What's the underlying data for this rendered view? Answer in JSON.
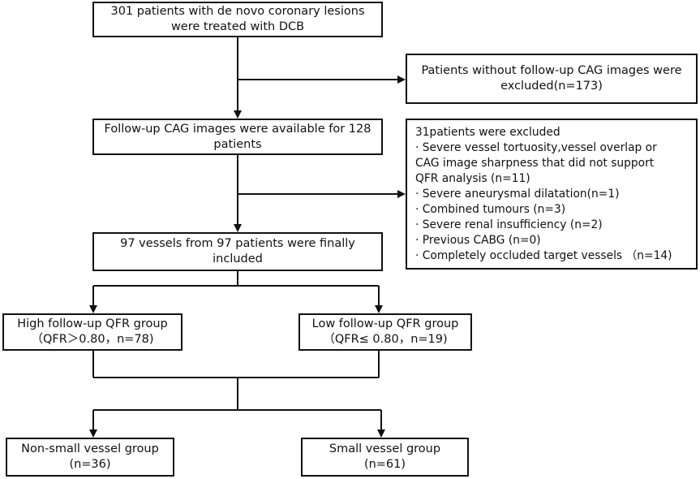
{
  "nodes": {
    "start": [
      "301 patients with de novo coronary lesions",
      "were treated with DCB"
    ],
    "excluded1": [
      "Patients without follow-up CAG images were",
      "excluded(n=173)"
    ],
    "followup": [
      "Follow-up CAG images were available for 128",
      "patients"
    ],
    "excluded2": [
      "31patients were excluded",
      "· Severe vessel tortuosity,vessel overlap or",
      "CAG image sharpness that did not support",
      "QFR analysis (n=11)",
      "· Severe aneurysmal dilatation(n=1)",
      "· Combined tumours (n=3)",
      "· Severe renal insufficiency (n=2)",
      "· Previous CABG (n=0)",
      "· Completely occluded target vessels （n=14)"
    ],
    "included": [
      "97 vessels from 97 patients were finally",
      "included"
    ],
    "high_qfr": [
      "High follow-up QFR group",
      "（QFR＞0.80，n=78)"
    ],
    "low_qfr": [
      "Low follow-up QFR group",
      "（QFR≤ 0.80，n=19)"
    ],
    "non_small": [
      "Non-small vessel group",
      "(n=36)"
    ],
    "small": [
      "Small vessel group",
      "(n=61)"
    ]
  }
}
